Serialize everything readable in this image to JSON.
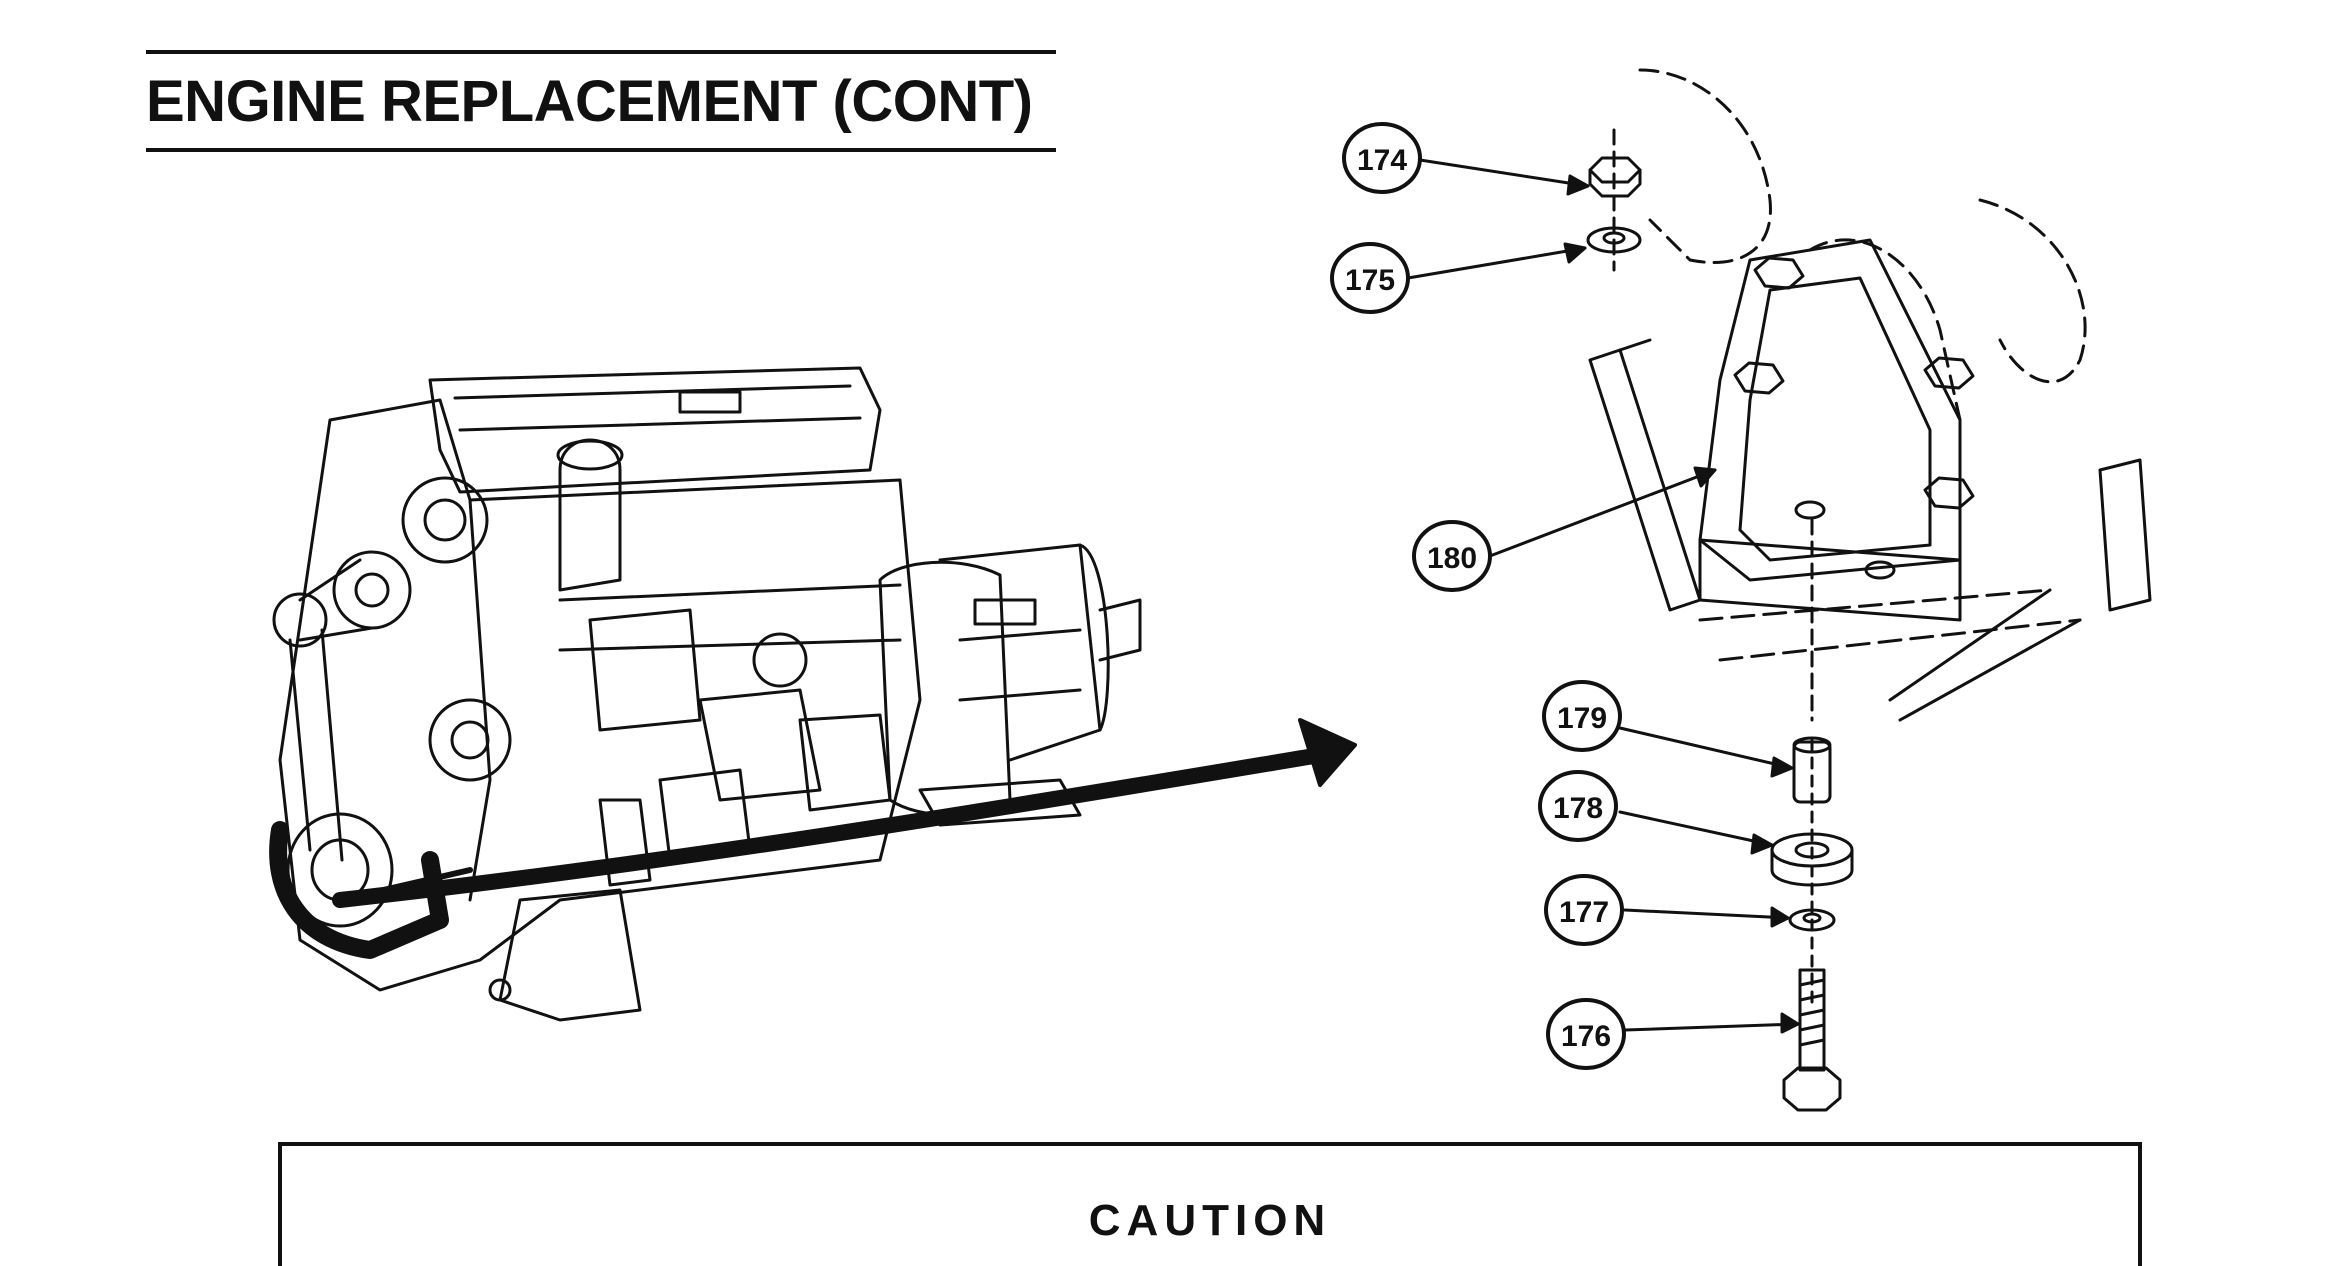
{
  "header": {
    "title": "ENGINE REPLACEMENT (CONT)"
  },
  "callouts": {
    "c174": "174",
    "c175": "175",
    "c176": "176",
    "c177": "177",
    "c178": "178",
    "c179": "179",
    "c180": "180"
  },
  "caution": {
    "heading": "CAUTION"
  }
}
